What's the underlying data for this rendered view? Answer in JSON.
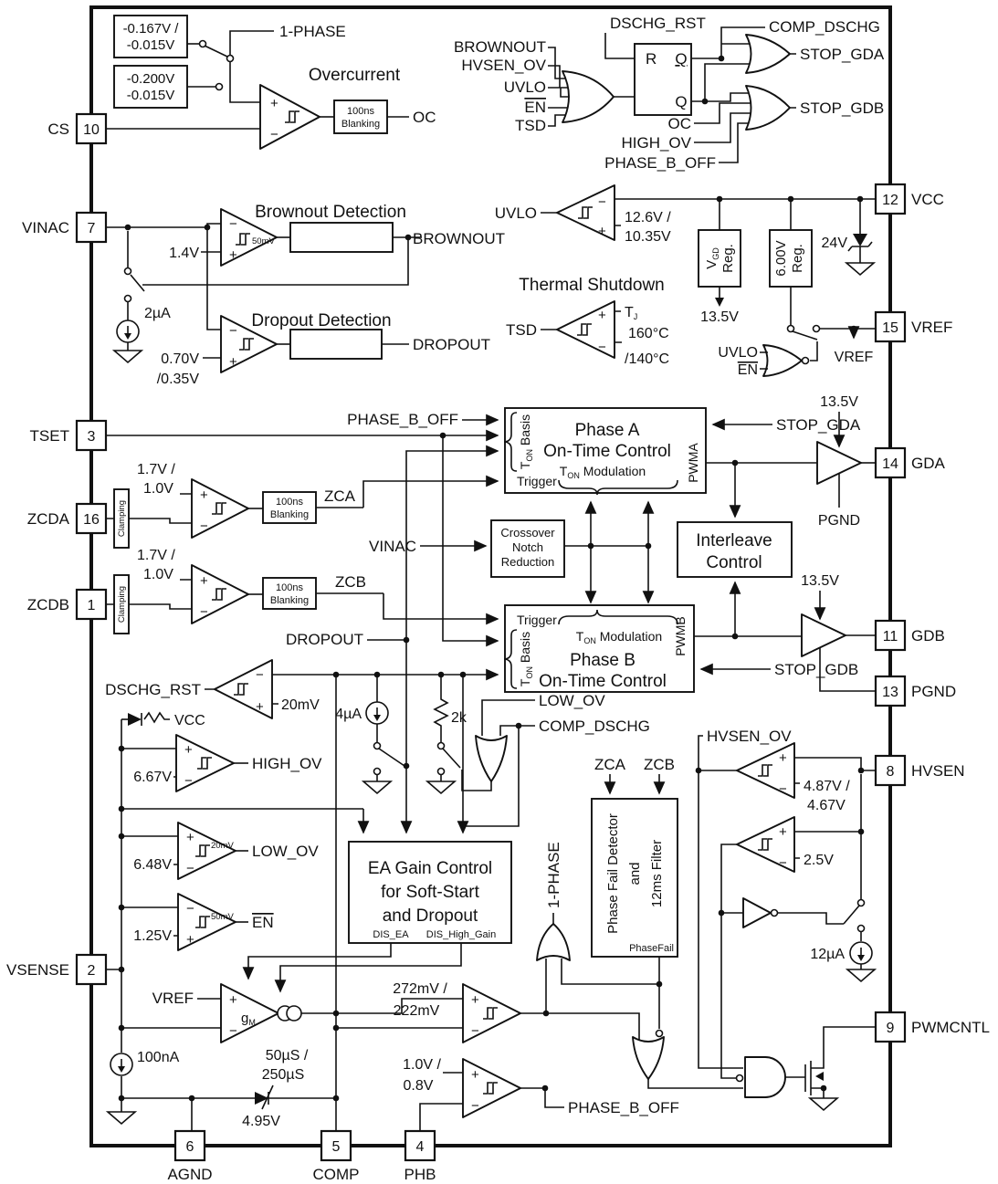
{
  "sym": {
    "plus": "+",
    "minus": "−"
  },
  "pins": {
    "cs": "10",
    "vinac": "7",
    "tset": "3",
    "zcda": "16",
    "zcdb": "1",
    "vsense": "2",
    "vcc": "12",
    "vref": "15",
    "gda": "14",
    "gdb": "11",
    "pgnd": "13",
    "hvsen": "8",
    "pwmcntl": "9",
    "agnd": "6",
    "comp": "5",
    "phb": "4"
  },
  "nets": {
    "cs": "CS",
    "vinac": "VINAC",
    "tset": "TSET",
    "zcda": "ZCDA",
    "zcdb": "ZCDB",
    "vsense": "VSENSE",
    "vcc": "VCC",
    "vref": "VREF",
    "gda": "GDA",
    "gdb": "GDB",
    "pgnd": "PGND",
    "hvsen": "HVSEN",
    "pwmcntl": "PWMCNTL",
    "agnd": "AGND",
    "comp": "COMP",
    "phb": "PHB",
    "oc": "OC",
    "brownout": "BROWNOUT",
    "dropout": "DROPOUT",
    "uvlo": "UVLO",
    "tsd": "TSD",
    "en": "EN",
    "hvsen_ov": "HVSEN_OV",
    "high_ov": "HIGH_OV",
    "low_ov": "LOW_OV",
    "comp_dschg": "COMP_DSCHG",
    "dschg_rst": "DSCHG_RST",
    "stop_gda": "STOP_GDA",
    "stop_gdb": "STOP_GDB",
    "phase_b_off": "PHASE_B_OFF",
    "one_phase": "1-PHASE",
    "zca": "ZCA",
    "zcb": "ZCB",
    "phasefail": "PhaseFail",
    "pwma": "PWMA",
    "pwmb": "PWMB",
    "trigger": "Trigger"
  },
  "overcurrent": {
    "title": "Overcurrent",
    "thr_hi_1": "-0.167V /",
    "thr_hi_2": "-0.015V",
    "thr_lo_1": "-0.200V",
    "thr_lo_2": "-0.015V",
    "blank_1": "100ns",
    "blank_2": "Blanking"
  },
  "latch": {
    "r": "R",
    "qb": "Q",
    "q": "Q"
  },
  "brownout": {
    "title": "Brownout Detection",
    "thr": "1.4V",
    "hyst": "50mV",
    "bias": "2µA"
  },
  "dropout": {
    "title": "Dropout Detection",
    "thr_1": "0.70V",
    "thr_2": "/0.35V"
  },
  "uvlo_cmp": {
    "thr_1": "12.6V /",
    "thr_2": "10.35V"
  },
  "thermal": {
    "title": "Thermal Shutdown",
    "tj_base": "T",
    "tj_sub": "J",
    "thr_1": "160°C",
    "thr_2": "/140°C"
  },
  "supply": {
    "vgd_base": "V",
    "vgd_sub": "GD",
    "reg": "Reg.",
    "vgd_out": "13.5V",
    "vref_reg": "6.00V",
    "zener": "24V"
  },
  "phase_a": {
    "t1": "Phase A",
    "t2": "On-Time Control"
  },
  "phase_b": {
    "t1": "Phase B",
    "t2": "On-Time Control"
  },
  "ton": {
    "b": "T",
    "sub": "ON",
    "mod": " Modulation",
    "basis": " Basis"
  },
  "interleave": {
    "l1": "Interleave",
    "l2": "Control"
  },
  "crossover": {
    "l1": "Crossover",
    "l2": "Notch",
    "l3": "Reduction"
  },
  "zcd": {
    "clamp": "Clamping",
    "thr_1": "1.7V /",
    "thr_2": "1.0V",
    "blank_1": "100ns",
    "blank_2": "Blanking"
  },
  "comp_net": {
    "thr": "20mV",
    "i4": "4µA",
    "r2k": "2k"
  },
  "monitors": {
    "high_thr": "6.67V",
    "low_thr": "6.48V",
    "low_hyst": "20mV",
    "en_thr": "1.25V",
    "en_hyst": "50mV"
  },
  "ea": {
    "l1": "EA Gain Control",
    "l2": "for Soft-Start",
    "l3": "and Dropout",
    "o1": "DIS_EA",
    "o2": "DIS_High_Gain"
  },
  "pfail": {
    "l1": "Phase Fail Detector",
    "l2": "and",
    "l3": "12ms Filter"
  },
  "hvs": {
    "thr_1": "4.87V /",
    "thr_2": "4.67V",
    "thr_3": "2.5V",
    "bias": "12µA"
  },
  "amp": {
    "g": "g",
    "sub": "M",
    "bias": "100nA",
    "sl1": "50µS /",
    "sl2": "250µS",
    "cl": "4.95V"
  },
  "pwm": {
    "t1": "272mV /",
    "t2": "222mV",
    "t3": "1.0V /",
    "t4": "0.8V"
  }
}
